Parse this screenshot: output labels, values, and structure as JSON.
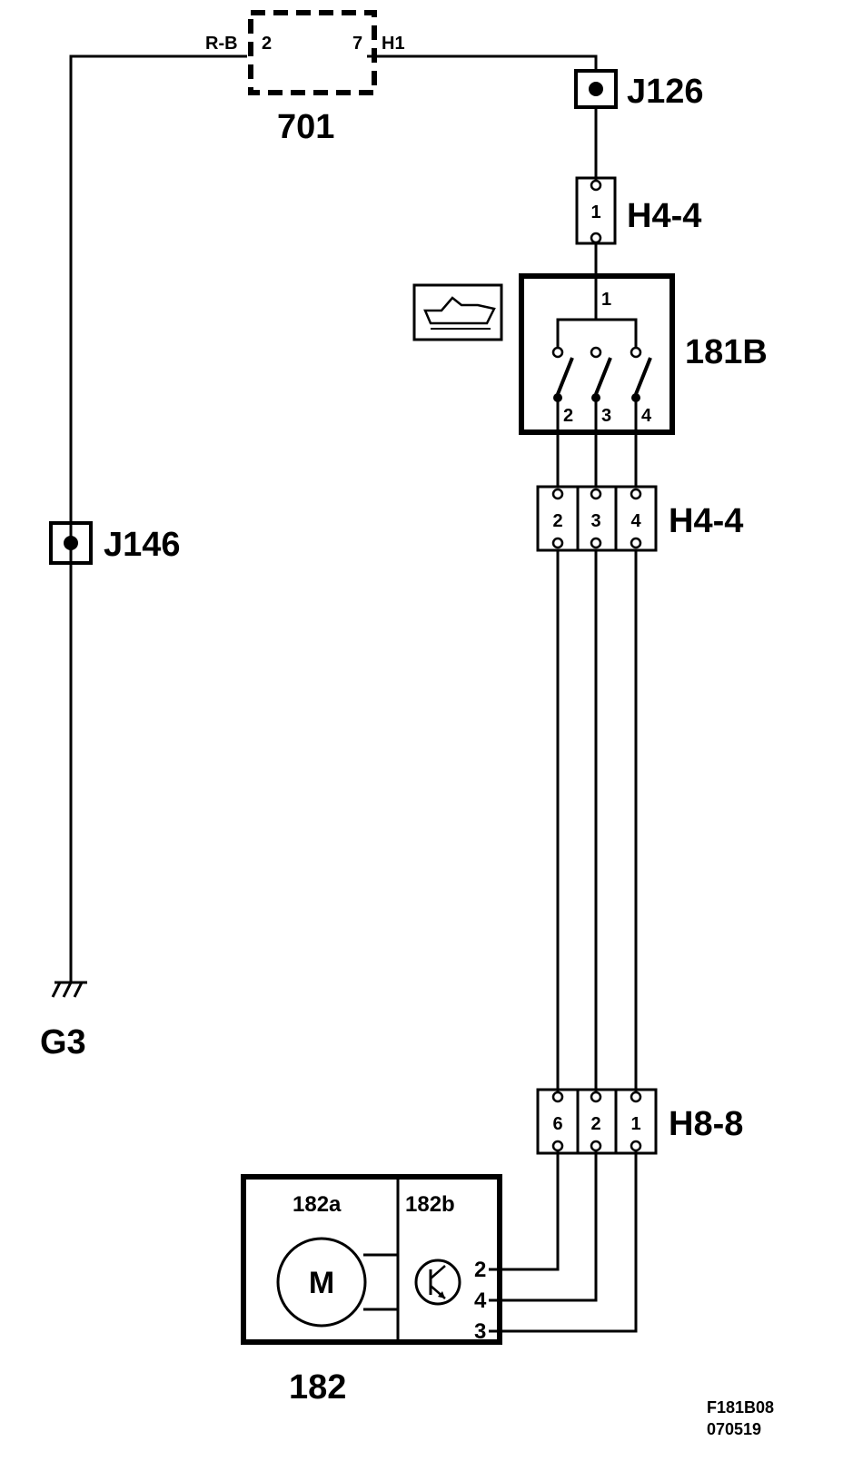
{
  "components": {
    "c701": {
      "id": "701",
      "pin_left": "2",
      "pin_right": "7",
      "wire_left": "R-B",
      "wire_right": "H1"
    },
    "j126": {
      "id": "J126"
    },
    "j146": {
      "id": "J146"
    },
    "h44_top": {
      "id": "H4-4",
      "pin": "1"
    },
    "s181b": {
      "id": "181B",
      "pin_in": "1",
      "pins_out": [
        "2",
        "3",
        "4"
      ]
    },
    "h44_mid": {
      "id": "H4-4",
      "pins": [
        "2",
        "3",
        "4"
      ]
    },
    "h88": {
      "id": "H8-8",
      "pins": [
        "6",
        "2",
        "1"
      ]
    },
    "c182": {
      "id": "182",
      "sub_a": "182a",
      "sub_b": "182b",
      "motor": "M",
      "pins": [
        "2",
        "4",
        "3"
      ]
    },
    "ground": {
      "id": "G3"
    }
  },
  "footer": {
    "code": "F181B08",
    "date": "070519"
  }
}
